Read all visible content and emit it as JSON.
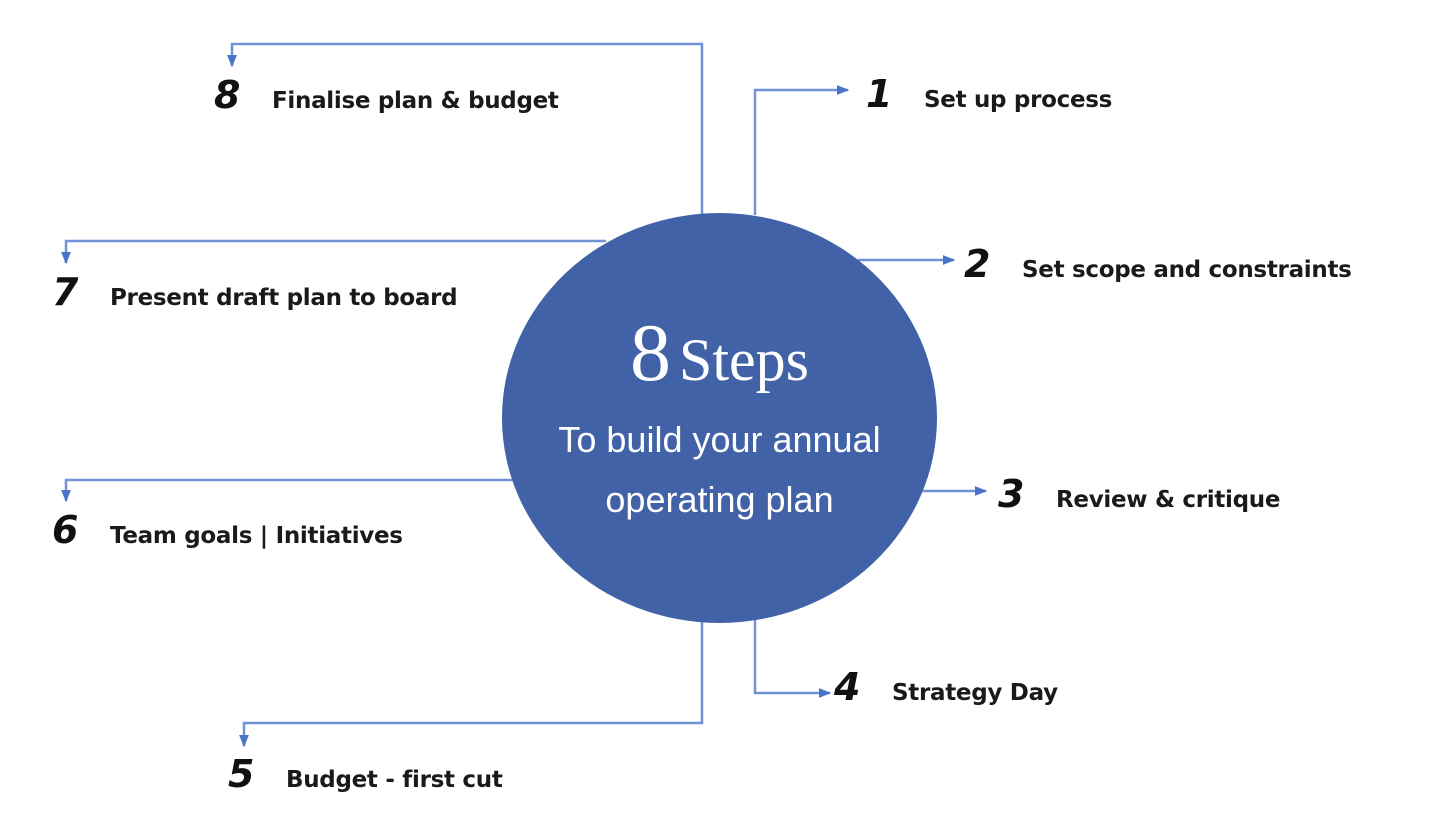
{
  "center": {
    "title_number": "8",
    "title_word": "Steps",
    "subtitle_line1": "To build your annual",
    "subtitle_line2": "operating plan"
  },
  "colors": {
    "circle": "#4262a8",
    "connector": "#4a74c9",
    "text": "#1a1a1a"
  },
  "steps": [
    {
      "number": "1",
      "label": "Set up process"
    },
    {
      "number": "2",
      "label": "Set scope and constraints"
    },
    {
      "number": "3",
      "label": "Review & critique"
    },
    {
      "number": "4",
      "label": "Strategy Day"
    },
    {
      "number": "5",
      "label": "Budget - first cut"
    },
    {
      "number": "6",
      "label": "Team goals | Initiatives"
    },
    {
      "number": "7",
      "label": "Present draft plan to board"
    },
    {
      "number": "8",
      "label": "Finalise plan & budget"
    }
  ]
}
